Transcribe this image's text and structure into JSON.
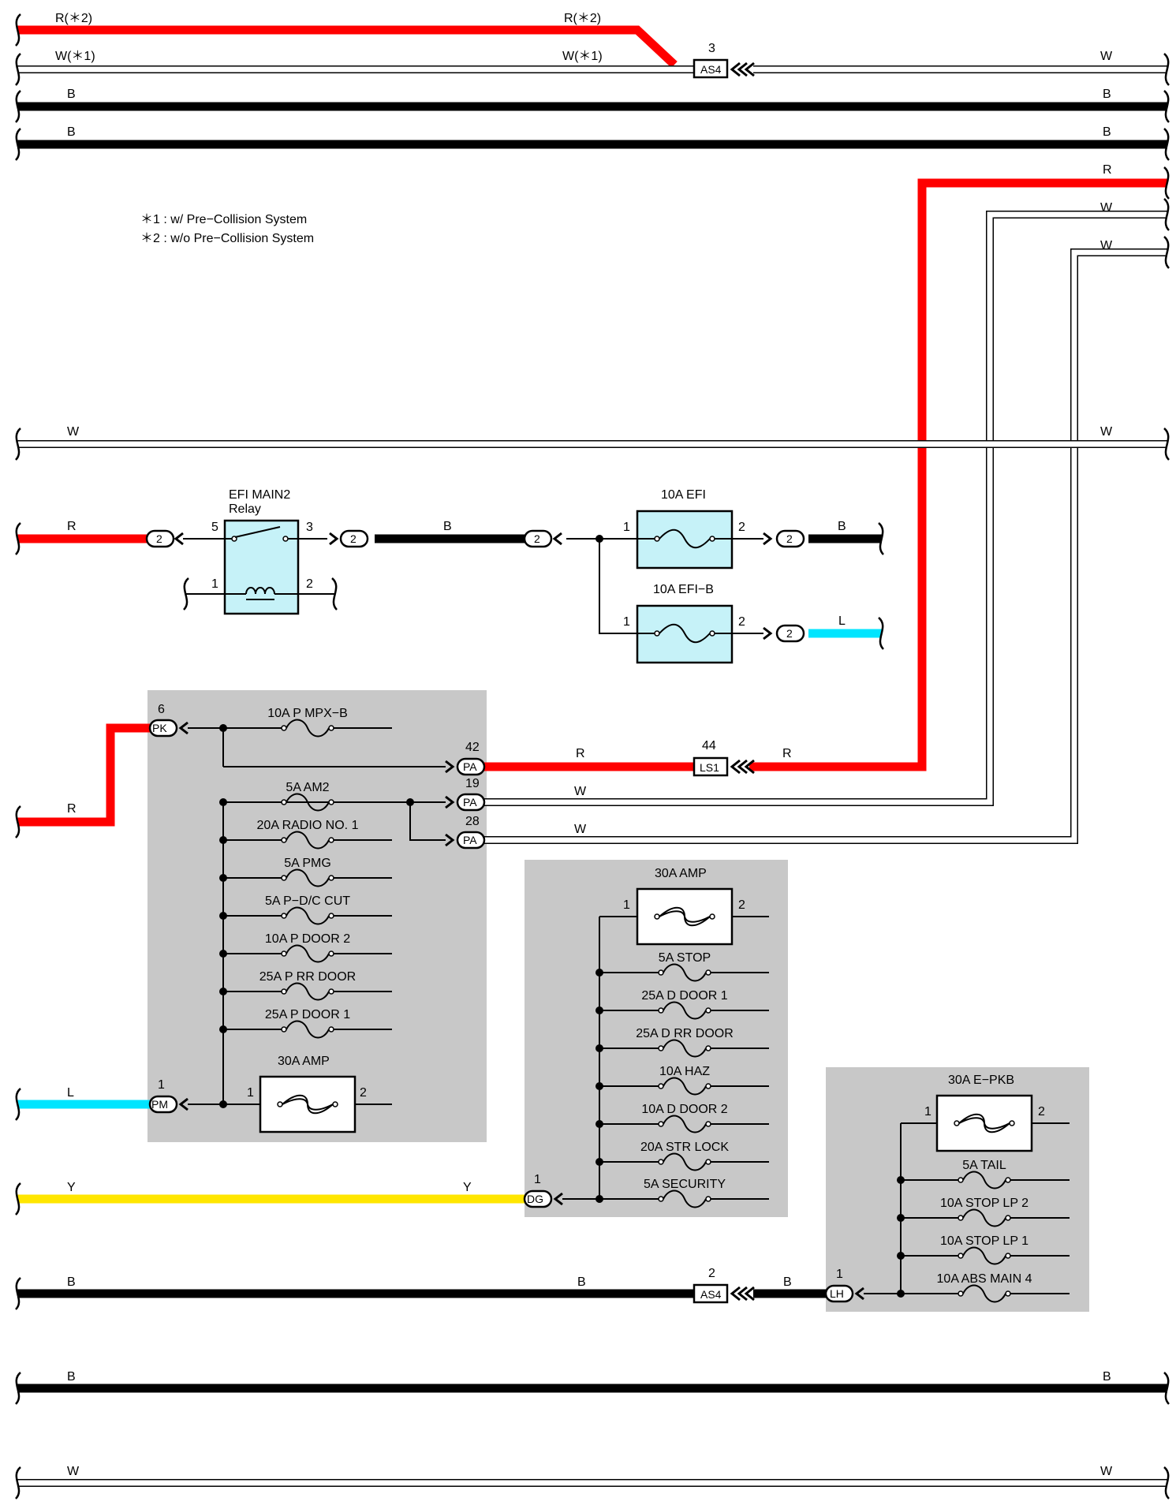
{
  "notes": [
    "＊1 : w/ Pre−Collision System",
    "＊2 : w/o Pre−Collision System"
  ],
  "colors": {
    "R": "#ff0000",
    "B": "#000000",
    "W": "#ffffff",
    "L": "#00e5ff",
    "Y": "#ffe600",
    "fuse_box": "#c8c8c8",
    "component_fill": "#c6f2f8"
  },
  "wire_labels": {
    "top_r_left": "R(＊2)",
    "top_r_mid": "R(＊2)",
    "top_w_left": "W(＊1)",
    "top_w_mid": "W(＊1)",
    "w": "W",
    "b": "B",
    "r": "R",
    "l": "L",
    "y": "Y"
  },
  "connectors": {
    "as4_top": {
      "code": "AS4",
      "pin": "3"
    },
    "as4_bottom": {
      "code": "AS4",
      "pin": "2"
    },
    "ls1": {
      "code": "LS1",
      "pin": "44"
    },
    "pk": {
      "code": "PK",
      "pin": "6"
    },
    "pa42": {
      "code": "PA",
      "pin": "42"
    },
    "pa19": {
      "code": "PA",
      "pin": "19"
    },
    "pa28": {
      "code": "PA",
      "pin": "28"
    },
    "pm": {
      "code": "PM",
      "pin": "1"
    },
    "dg": {
      "code": "DG",
      "pin": "1"
    },
    "lh": {
      "code": "LH",
      "pin": "1"
    },
    "two": "2"
  },
  "relay": {
    "title_line1": "EFI MAIN2",
    "title_line2": "Relay",
    "pins": [
      "5",
      "3",
      "1",
      "2"
    ]
  },
  "fuses_efi": {
    "efi": "10A EFI",
    "efi_b": "10A EFI−B",
    "pin1": "1",
    "pin2": "2"
  },
  "box1": {
    "fuses": [
      "10A P MPX−B",
      "5A AM2",
      "20A RADIO NO. 1",
      "5A PMG",
      "5A P−D/C CUT",
      "10A P DOOR 2",
      "25A P RR DOOR",
      "25A P DOOR 1"
    ],
    "amp": "30A AMP",
    "pin1": "1",
    "pin2": "2"
  },
  "box2": {
    "amp": "30A AMP",
    "fuses": [
      "5A STOP",
      "25A D DOOR 1",
      "25A D RR DOOR",
      "10A HAZ",
      "10A D DOOR 2",
      "20A STR LOCK",
      "5A SECURITY"
    ],
    "pin1": "1",
    "pin2": "2"
  },
  "box3": {
    "main": "30A E−PKB",
    "fuses": [
      "5A TAIL",
      "10A STOP LP 2",
      "10A STOP LP 1",
      "10A ABS MAIN 4"
    ],
    "pin1": "1",
    "pin2": "2"
  }
}
